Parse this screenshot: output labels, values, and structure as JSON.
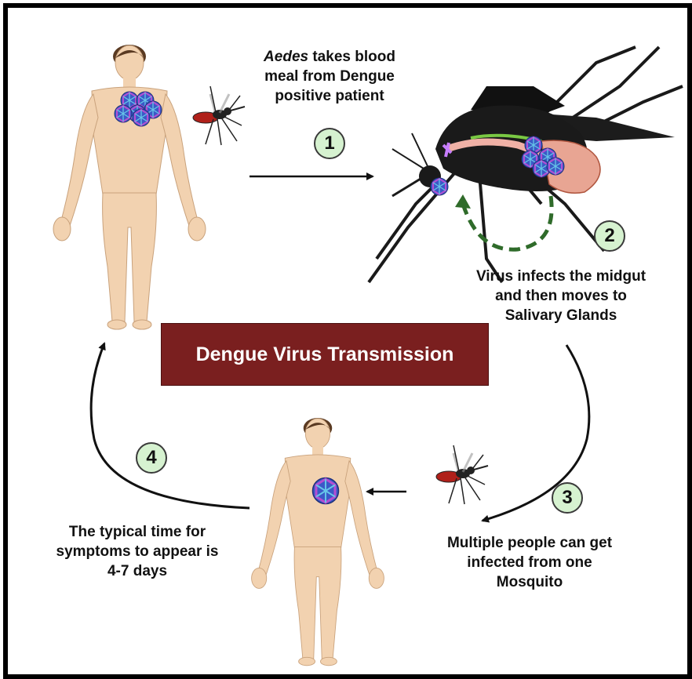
{
  "title": "Dengue Virus Transmission",
  "steps": [
    {
      "number": "1",
      "text_italic": "Aedes",
      "text_line1_rest": " takes blood",
      "text_line2": "meal from Dengue",
      "text_line3": "positive patient"
    },
    {
      "number": "2",
      "text_line1": "Virus infects the midgut",
      "text_line2": "and then moves to",
      "text_line3": "Salivary Glands"
    },
    {
      "number": "3",
      "text_line1": "Multiple people can get",
      "text_line2": "infected from one",
      "text_line3": "Mosquito"
    },
    {
      "number": "4",
      "text_line1": "The typical time for",
      "text_line2": "symptoms to appear is",
      "text_line3": "4-7 days"
    }
  ],
  "colors": {
    "banner": "#7a1f1f",
    "step_circle": "#d6f2d0",
    "skin": "#f2d2b0",
    "hair": "#5a3a22",
    "mosquito": "#1a1a1a",
    "virus_blue": "#3b59c7",
    "virus_purple": "#8b3fa8",
    "dashed_arrow": "#2f6b2a"
  },
  "icons": [
    "human-figure-icon",
    "mosquito-icon",
    "virus-particle-icon",
    "cycle-arrow-icon"
  ]
}
